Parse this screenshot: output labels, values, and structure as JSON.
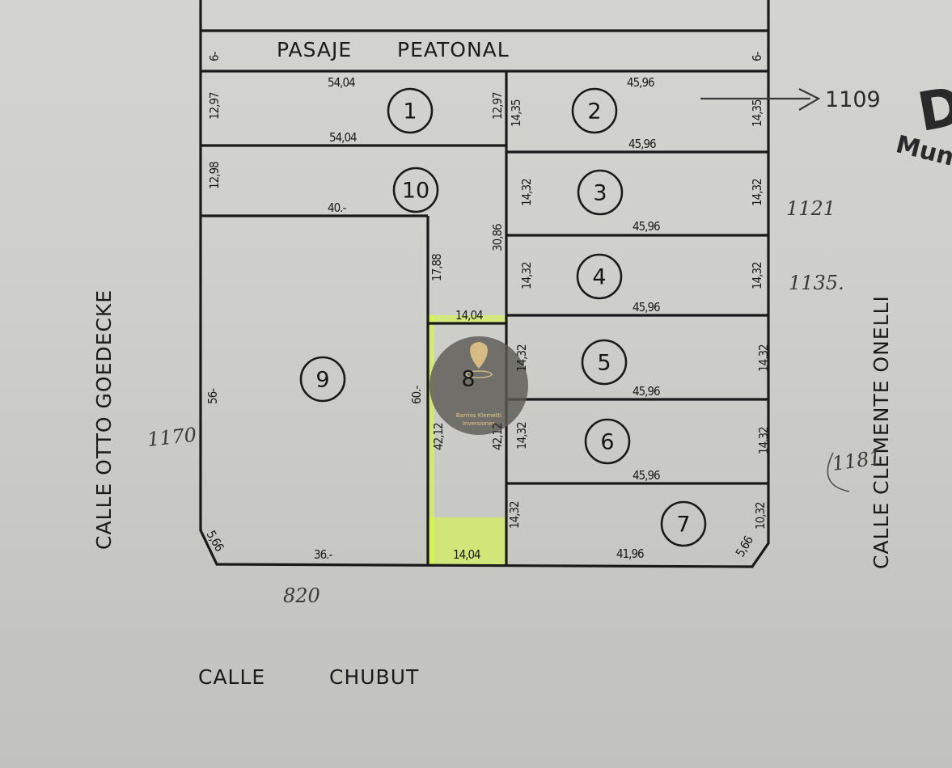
{
  "streets": {
    "pasaje": [
      "PASAJE",
      "PEATONAL"
    ],
    "goedecke": "CALLE   OTTO   GOEDECKE",
    "onelli": "CALLE   CLEMENTE   ONELLI",
    "chubut": [
      "CALLE",
      "CHUBUT"
    ]
  },
  "lots": {
    "l1": "1",
    "l2": "2",
    "l3": "3",
    "l4": "4",
    "l5": "5",
    "l6": "6",
    "l7": "7",
    "l8": "8",
    "l9": "9",
    "l10": "10"
  },
  "dims": {
    "pasaje_left": "6-",
    "pasaje_right": "6-",
    "l1_top": "54,04",
    "l1_bottom": "54,04",
    "l1_left": "12,97",
    "l1_right": "12,97",
    "l2_left": "14,35",
    "l2_right": "14,35",
    "l2_top": "45,96",
    "l2_bottom": "45,96",
    "l10_left": "12,98",
    "l10_bottom": "40.-",
    "l3_left": "14,32",
    "l3_right": "14,32",
    "l3_bottom": "45,96",
    "v3086": "30,86",
    "v1788": "17,88",
    "l4_left": "14,32",
    "l4_right": "14,32",
    "l4_bottom": "45,96",
    "l8_top": "14,04",
    "l5_left": "14,32",
    "l5_right": "14,32",
    "l5_bottom": "45,96",
    "l9_left": "56-",
    "l9_right": "60.-",
    "l6_left": "14,32",
    "l6_right": "14,32",
    "l6_bottom": "45,96",
    "l8_left": "42,12",
    "l8_right": "42,12",
    "l7_left": "14,32",
    "l7_right": "10,32",
    "l7_bottom": "41,96",
    "l9_chamfer": "5,66",
    "l9_bottom": "36.-",
    "l8_bottom": "14,04",
    "l7_chamfer": "5,66"
  },
  "handwritten": {
    "n1109": "1109",
    "n1121": "1121",
    "n1135": "1135.",
    "n1170": "1170",
    "n1181": "1181",
    "n820": "820"
  },
  "stamp": {
    "letter": "D",
    "word": "Mun"
  },
  "watermark": {
    "line1": "Barrios Klemetti",
    "line2": "Inversiones"
  },
  "colors": {
    "ink": "#1a1a1a",
    "paper": "#cfcfcc",
    "highlight": "#d7ff3a",
    "watermark": "#5c5a55",
    "watermark_accent": "#e8c98a"
  }
}
